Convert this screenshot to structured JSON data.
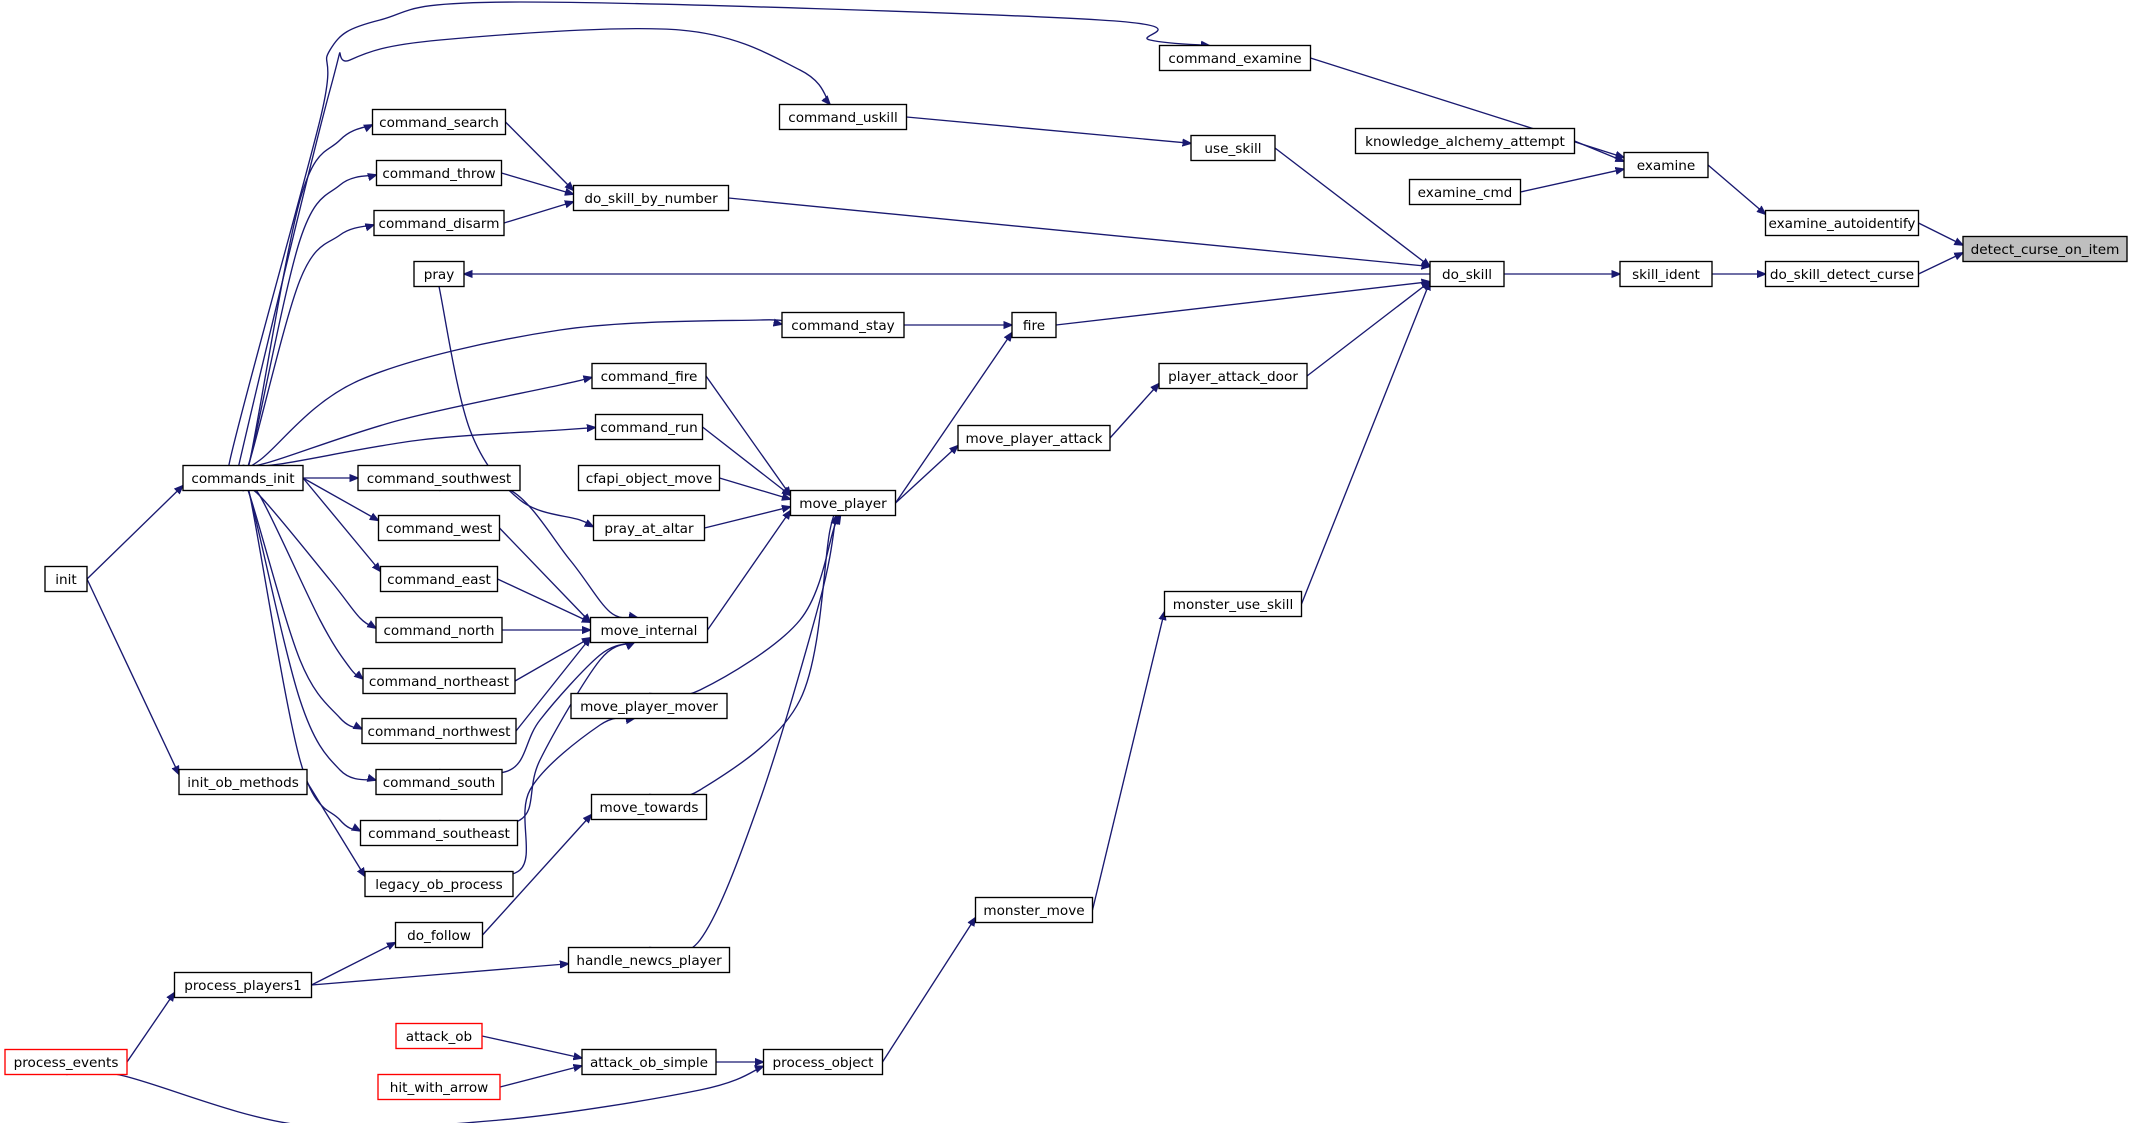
{
  "colors": {
    "edge": "#191970",
    "node_border": "#000000",
    "truncated_border": "#ff0000",
    "focus_fill": "#bfbfbf",
    "background": "#ffffff"
  },
  "nodes": {
    "detect_curse_on_item": {
      "label": "detect_curse_on_item",
      "focus": true
    },
    "examine_autoidentify": {
      "label": "examine_autoidentify"
    },
    "do_skill_detect_curse": {
      "label": "do_skill_detect_curse"
    },
    "examine": {
      "label": "examine"
    },
    "skill_ident": {
      "label": "skill_ident"
    },
    "command_examine": {
      "label": "command_examine"
    },
    "knowledge_alchemy_attempt": {
      "label": "knowledge_alchemy_attempt"
    },
    "examine_cmd": {
      "label": "examine_cmd"
    },
    "do_skill": {
      "label": "do_skill"
    },
    "use_skill": {
      "label": "use_skill"
    },
    "command_uskill": {
      "label": "command_uskill"
    },
    "do_skill_by_number": {
      "label": "do_skill_by_number"
    },
    "fire": {
      "label": "fire"
    },
    "player_attack_door": {
      "label": "player_attack_door"
    },
    "monster_use_skill": {
      "label": "monster_use_skill"
    },
    "pray": {
      "label": "pray"
    },
    "command_search": {
      "label": "command_search"
    },
    "command_throw": {
      "label": "command_throw"
    },
    "command_disarm": {
      "label": "command_disarm"
    },
    "command_stay": {
      "label": "command_stay"
    },
    "move_player": {
      "label": "move_player"
    },
    "move_player_attack": {
      "label": "move_player_attack"
    },
    "monster_move": {
      "label": "monster_move"
    },
    "commands_init": {
      "label": "commands_init"
    },
    "pray_at_altar": {
      "label": "pray_at_altar"
    },
    "command_fire": {
      "label": "command_fire"
    },
    "command_run": {
      "label": "command_run"
    },
    "cfapi_object_move": {
      "label": "cfapi_object_move"
    },
    "move_internal": {
      "label": "move_internal"
    },
    "move_player_mover": {
      "label": "move_player_mover"
    },
    "move_towards": {
      "label": "move_towards"
    },
    "handle_newcs_player": {
      "label": "handle_newcs_player"
    },
    "process_object": {
      "label": "process_object"
    },
    "init": {
      "label": "init"
    },
    "command_southwest": {
      "label": "command_southwest"
    },
    "command_west": {
      "label": "command_west"
    },
    "command_east": {
      "label": "command_east"
    },
    "command_north": {
      "label": "command_north"
    },
    "command_northeast": {
      "label": "command_northeast"
    },
    "command_northwest": {
      "label": "command_northwest"
    },
    "command_south": {
      "label": "command_south"
    },
    "command_southeast": {
      "label": "command_southeast"
    },
    "legacy_ob_process": {
      "label": "legacy_ob_process"
    },
    "init_ob_methods": {
      "label": "init_ob_methods"
    },
    "do_follow": {
      "label": "do_follow"
    },
    "process_players1": {
      "label": "process_players1"
    },
    "process_events": {
      "label": "process_events",
      "truncated": true
    },
    "attack_ob_simple": {
      "label": "attack_ob_simple"
    },
    "attack_ob": {
      "label": "attack_ob",
      "truncated": true
    },
    "hit_with_arrow": {
      "label": "hit_with_arrow",
      "truncated": true
    }
  },
  "edges": [
    {
      "from": "examine_autoidentify",
      "to": "detect_curse_on_item"
    },
    {
      "from": "do_skill_detect_curse",
      "to": "detect_curse_on_item"
    },
    {
      "from": "examine",
      "to": "examine_autoidentify"
    },
    {
      "from": "skill_ident",
      "to": "do_skill_detect_curse"
    },
    {
      "from": "command_examine",
      "to": "examine"
    },
    {
      "from": "knowledge_alchemy_attempt",
      "to": "examine"
    },
    {
      "from": "examine_cmd",
      "to": "examine"
    },
    {
      "from": "do_skill",
      "to": "skill_ident"
    },
    {
      "from": "use_skill",
      "to": "do_skill"
    },
    {
      "from": "do_skill_by_number",
      "to": "do_skill"
    },
    {
      "from": "fire",
      "to": "do_skill"
    },
    {
      "from": "player_attack_door",
      "to": "do_skill"
    },
    {
      "from": "monster_use_skill",
      "to": "do_skill"
    },
    {
      "from": "do_skill",
      "to": "pray"
    },
    {
      "from": "command_uskill",
      "to": "use_skill"
    },
    {
      "from": "command_search",
      "to": "do_skill_by_number"
    },
    {
      "from": "command_throw",
      "to": "do_skill_by_number"
    },
    {
      "from": "command_disarm",
      "to": "do_skill_by_number"
    },
    {
      "from": "command_stay",
      "to": "fire"
    },
    {
      "from": "move_player",
      "to": "fire"
    },
    {
      "from": "move_player_attack",
      "to": "player_attack_door"
    },
    {
      "from": "move_player",
      "to": "move_player_attack"
    },
    {
      "from": "monster_move",
      "to": "monster_use_skill"
    },
    {
      "from": "commands_init",
      "to": "command_examine"
    },
    {
      "from": "commands_init",
      "to": "command_uskill"
    },
    {
      "from": "commands_init",
      "to": "command_search"
    },
    {
      "from": "commands_init",
      "to": "command_throw"
    },
    {
      "from": "commands_init",
      "to": "command_disarm"
    },
    {
      "from": "commands_init",
      "to": "command_stay"
    },
    {
      "from": "commands_init",
      "to": "command_fire"
    },
    {
      "from": "commands_init",
      "to": "command_run"
    },
    {
      "from": "commands_init",
      "to": "command_southwest"
    },
    {
      "from": "commands_init",
      "to": "command_west"
    },
    {
      "from": "commands_init",
      "to": "command_east"
    },
    {
      "from": "commands_init",
      "to": "command_north"
    },
    {
      "from": "commands_init",
      "to": "command_northeast"
    },
    {
      "from": "commands_init",
      "to": "command_northwest"
    },
    {
      "from": "commands_init",
      "to": "command_south"
    },
    {
      "from": "commands_init",
      "to": "command_southeast"
    },
    {
      "from": "pray",
      "to": "pray_at_altar"
    },
    {
      "from": "command_fire",
      "to": "move_player"
    },
    {
      "from": "command_run",
      "to": "move_player"
    },
    {
      "from": "cfapi_object_move",
      "to": "move_player"
    },
    {
      "from": "pray_at_altar",
      "to": "move_player"
    },
    {
      "from": "move_internal",
      "to": "move_player"
    },
    {
      "from": "move_player_mover",
      "to": "move_player"
    },
    {
      "from": "move_towards",
      "to": "move_player"
    },
    {
      "from": "handle_newcs_player",
      "to": "move_player"
    },
    {
      "from": "process_object",
      "to": "monster_move"
    },
    {
      "from": "init",
      "to": "commands_init"
    },
    {
      "from": "init",
      "to": "init_ob_methods"
    },
    {
      "from": "command_southwest",
      "to": "move_internal"
    },
    {
      "from": "command_west",
      "to": "move_internal"
    },
    {
      "from": "command_east",
      "to": "move_internal"
    },
    {
      "from": "command_north",
      "to": "move_internal"
    },
    {
      "from": "command_northeast",
      "to": "move_internal"
    },
    {
      "from": "command_northwest",
      "to": "move_internal"
    },
    {
      "from": "command_south",
      "to": "move_internal"
    },
    {
      "from": "command_southeast",
      "to": "move_internal"
    },
    {
      "from": "legacy_ob_process",
      "to": "move_player_mover"
    },
    {
      "from": "init_ob_methods",
      "to": "legacy_ob_process"
    },
    {
      "from": "do_follow",
      "to": "move_towards"
    },
    {
      "from": "process_players1",
      "to": "do_follow"
    },
    {
      "from": "process_players1",
      "to": "handle_newcs_player"
    },
    {
      "from": "process_events",
      "to": "process_players1"
    },
    {
      "from": "process_events",
      "to": "process_object"
    },
    {
      "from": "attack_ob_simple",
      "to": "process_object"
    },
    {
      "from": "attack_ob",
      "to": "attack_ob_simple"
    },
    {
      "from": "hit_with_arrow",
      "to": "attack_ob_simple"
    }
  ]
}
